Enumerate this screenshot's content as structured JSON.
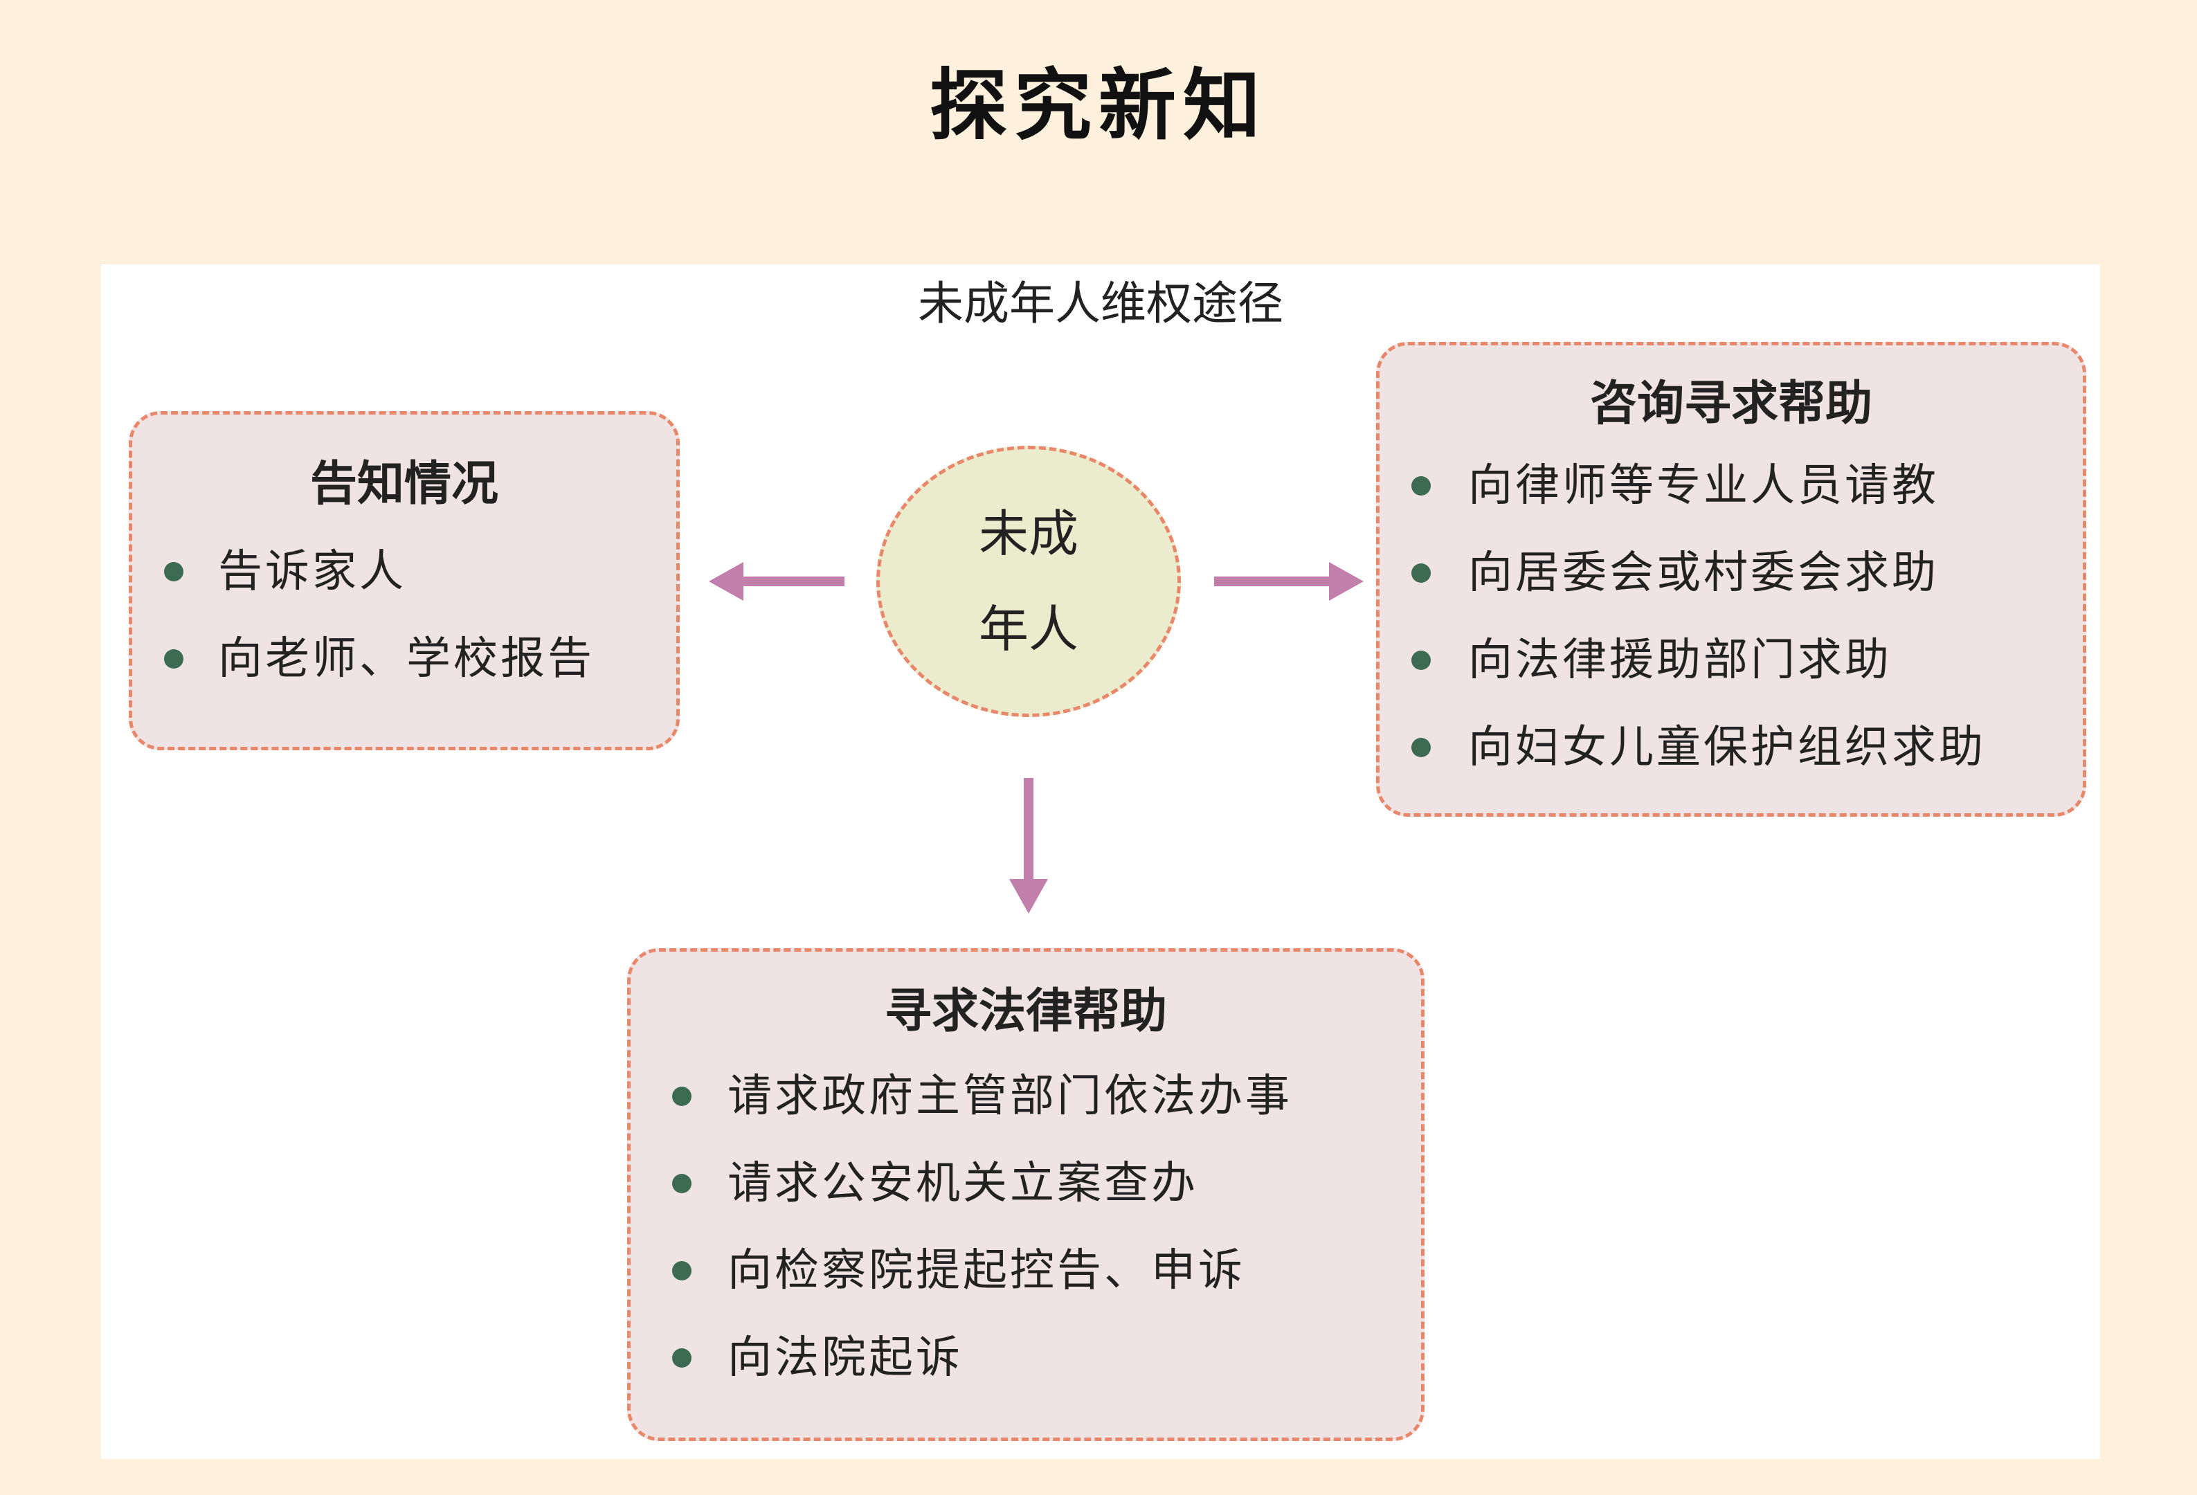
{
  "page": {
    "title": "探究新知"
  },
  "diagram": {
    "title": "未成年人维权途径",
    "center": {
      "line1": "未成",
      "line2": "年人"
    },
    "left_box": {
      "title": "告知情况",
      "items": [
        "告诉家人",
        "向老师、学校报告"
      ]
    },
    "right_box": {
      "title": "咨询寻求帮助",
      "items": [
        "向律师等专业人员请教",
        "向居委会或村委会求助",
        "向法律援助部门求助",
        "向妇女儿童保护组织求助"
      ]
    },
    "bottom_box": {
      "title": "寻求法律帮助",
      "items": [
        "请求政府主管部门依法办事",
        "请求公安机关立案查办",
        "向检察院提起控告、申诉",
        "向法院起诉"
      ]
    }
  },
  "colors": {
    "page_background": "#fdf0dc",
    "box_fill": "#efe3e3",
    "dashed_border": "#e9876a",
    "circle_fill": "#eaeccd",
    "arrow": "#c27fac",
    "bullet": "#3d6b52"
  }
}
